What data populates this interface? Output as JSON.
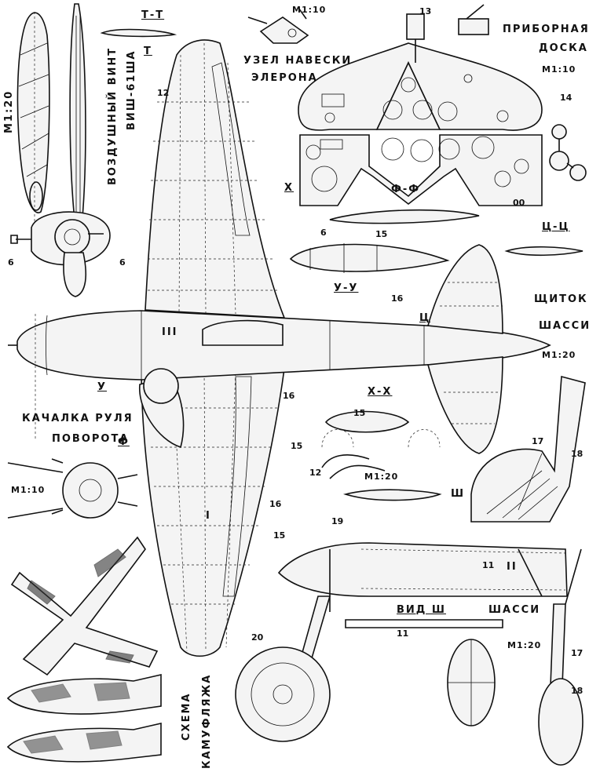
{
  "sheet": {
    "scales": {
      "prop": "М1:20",
      "trim": "М1:10",
      "panel": "М1:10",
      "tail_flap": "М1:20",
      "rocker": "М1:10",
      "section_x": "М1:20",
      "gear": "М1:20"
    },
    "titles": {
      "section_tt": "Т-Т",
      "trim_mount_1": "УЗЕЛ НАВЕСКИ",
      "trim_mount_2": "ЭЛЕРОНА",
      "panel_1": "ПРИБОРНАЯ",
      "panel_2": "ДОСКА",
      "prop_1": "ВОЗДУШНЫЙ ВИНТ",
      "prop_2": "ВИШ-61ША",
      "section_ff": "Ф-Ф",
      "section_tsts": "Ц-Ц",
      "section_uu": "У-У",
      "flap_1": "ЩИТОК",
      "flap_2": "ШАССИ",
      "section_xx": "Х-Х",
      "rudder_1": "КАЧАЛКА РУЛЯ",
      "rudder_2": "ПОВОРОТА",
      "view_sh": "ВИД Ш",
      "gear": "ШАССИ",
      "camo_1": "СХЕМА",
      "camo_2": "КАМУФЛЯЖА"
    },
    "marks": {
      "T": "Т",
      "X": "Х",
      "U": "У",
      "F": "Ф",
      "Ts": "Ц",
      "Sh": "Ш",
      "III": "III",
      "II": "II",
      "I": "I",
      "n6a": "6",
      "n6b": "6",
      "n6c": "6",
      "n12a": "12",
      "n12b": "12",
      "n13": "13",
      "n14": "14",
      "n15a": "15",
      "n15b": "15",
      "n15c": "15",
      "n15d": "15",
      "n16a": "16",
      "n16b": "16",
      "n16c": "16",
      "n17a": "17",
      "n17b": "17",
      "n18a": "18",
      "n18b": "18",
      "n19": "19",
      "n20": "20",
      "n11a": "11",
      "n11b": "11",
      "n00": "00"
    }
  }
}
